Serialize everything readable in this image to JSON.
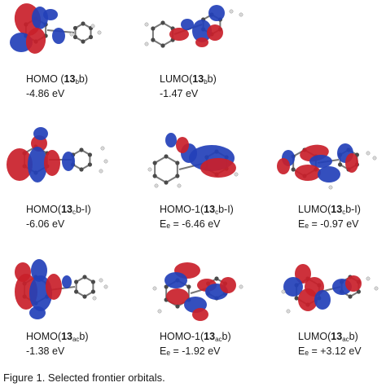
{
  "colors": {
    "positive_lobe": "#c9202a",
    "negative_lobe": "#2340b8",
    "carbon": "#4a4a4a",
    "hydrogen": "#d8d8d8",
    "bond": "#777777"
  },
  "rows": [
    {
      "panels": [
        {
          "molecule": "13bb",
          "orbital_icon": "homo-orbital-plot",
          "title_prefix": "HOMO (",
          "bold": "13",
          "sub": "b",
          "suffix": "b)",
          "energy": "-4.86 eV"
        },
        {
          "molecule": "13bb",
          "orbital_icon": "lumo-orbital-plot",
          "title_prefix": "LUMO(",
          "bold": "13",
          "sub": "b",
          "suffix": "b)",
          "energy": "-1.47 eV"
        }
      ]
    },
    {
      "panels": [
        {
          "molecule": "13cb-I",
          "orbital_icon": "homo-orbital-plot",
          "title_prefix": "HOMO(",
          "bold": "13",
          "sub": "c",
          "suffix": "b-I)",
          "energy": "-6.06 eV"
        },
        {
          "molecule": "13cb-I",
          "orbital_icon": "homo-1-orbital-plot",
          "title_prefix": "HOMO-1(",
          "bold": "13",
          "sub": "c",
          "suffix": "b-I)",
          "energy": "Eₑ = -6.46 eV"
        },
        {
          "molecule": "13cb-I",
          "orbital_icon": "lumo-orbital-plot",
          "title_prefix": "LUMO(",
          "bold": "13",
          "sub": "c",
          "suffix": "b-I)",
          "energy": "Eₑ = -0.97 eV"
        }
      ]
    },
    {
      "panels": [
        {
          "molecule": "13acb",
          "orbital_icon": "homo-orbital-plot",
          "title_prefix": "HOMO(",
          "bold": "13",
          "sub": "ac",
          "suffix": "b)",
          "energy": "-1.38 eV"
        },
        {
          "molecule": "13acb",
          "orbital_icon": "homo-1-orbital-plot",
          "title_prefix": "HOMO-1(",
          "bold": "13",
          "sub": "ac",
          "suffix": "b)",
          "energy": "Eₑ = -1.92 eV"
        },
        {
          "molecule": "13acb",
          "orbital_icon": "lumo-orbital-plot",
          "title_prefix": "LUMO(",
          "bold": "13",
          "sub": "ac",
          "suffix": "b)",
          "energy": "Eₑ = +3.12 eV"
        }
      ]
    }
  ],
  "caption": "Figure 1. Selected frontier orbitals."
}
